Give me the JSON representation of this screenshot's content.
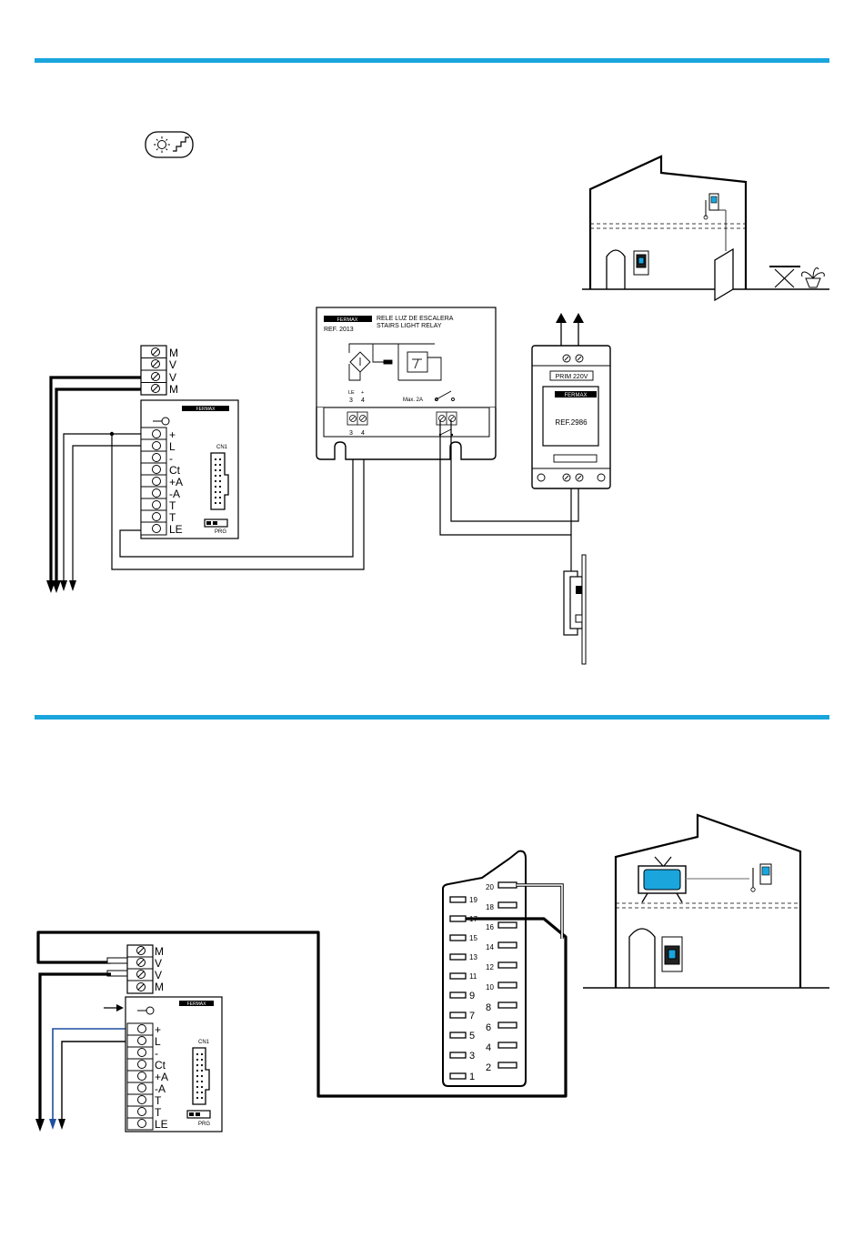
{
  "colors": {
    "rule": "#1aa5dc",
    "screen": "#1aa5dc",
    "wire_blue": "#1f4fa0"
  },
  "section1": {
    "terminals_top": [
      "M",
      "V",
      "V",
      "M"
    ],
    "terminals_main": [
      "+",
      "L",
      "-",
      "Ct",
      "+A",
      "-A",
      "T",
      "T",
      "LE"
    ],
    "fermax_logo": "FERMAX",
    "cn1": "CN1",
    "prg": "PRG",
    "relay": {
      "logo": "FERMAX",
      "ref": "REF. 2013",
      "title_es": "RELE LUZ DE ESCALERA",
      "title_en": "STAIRS LIGHT RELAY",
      "le": "LE",
      "plus": "+",
      "n3": "3",
      "n4": "4",
      "max": "Max. 2A",
      "b3": "3",
      "b4": "4"
    },
    "psu": {
      "prim": "PRIM 220V",
      "logo": "FERMAX",
      "ref": "REF.2986"
    }
  },
  "section2": {
    "terminals_top": [
      "M",
      "V",
      "V",
      "M"
    ],
    "terminals_main": [
      "+",
      "L",
      "-",
      "Ct",
      "+A",
      "-A",
      "T",
      "T",
      "LE"
    ],
    "fermax_logo": "FERMAX",
    "cn1": "CN1",
    "prg": "PRG",
    "scart_left": [
      "20",
      "19",
      "17",
      "15",
      "13",
      "11",
      "9",
      "7",
      "5",
      "3",
      "1"
    ],
    "scart_right": [
      "18",
      "16",
      "14",
      "12",
      "10",
      "8",
      "6",
      "4",
      "2"
    ]
  }
}
